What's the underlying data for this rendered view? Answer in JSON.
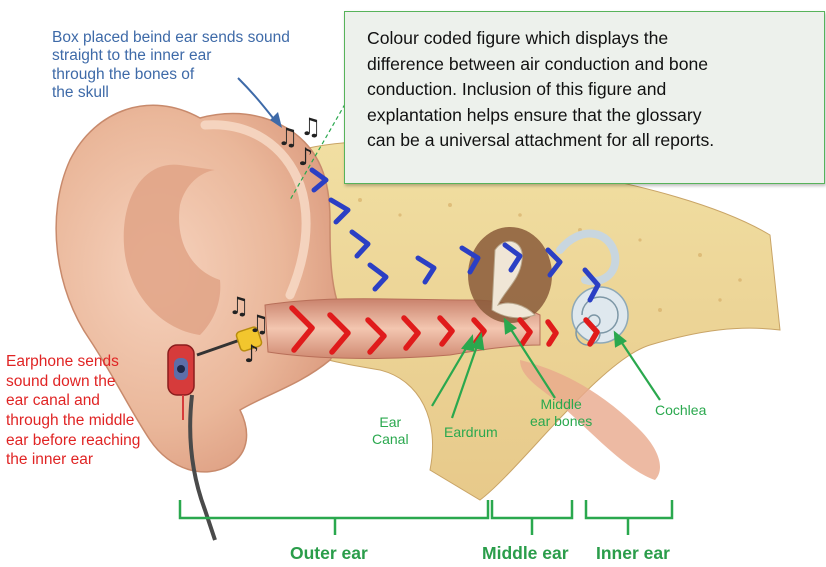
{
  "callout": {
    "lines": [
      "Colour coded figure which displays the",
      "difference between air conduction and bone",
      "conduction. Inclusion of this figure and",
      "explantation helps ensure that the glossary",
      "can be a universal attachment for all reports."
    ]
  },
  "bone_note": {
    "lines": [
      "Box placed beind ear sends sound",
      "straight to the inner ear",
      "through the bones of",
      "the skull"
    ]
  },
  "earphone_note": {
    "lines": [
      "Earphone sends",
      "sound down the",
      "ear canal and",
      "through the middle",
      "ear before reaching",
      "the inner ear"
    ]
  },
  "labels": {
    "ear_canal": [
      "Ear",
      "Canal"
    ],
    "eardrum": "Eardrum",
    "middle_ear_bones": [
      "Middle",
      "ear bones"
    ],
    "cochlea": "Cochlea"
  },
  "regions": {
    "outer": "Outer ear",
    "middle": "Middle ear",
    "inner": "Inner ear"
  },
  "colors": {
    "bone_conduction": "#2b3fc4",
    "air_conduction": "#e01b1b",
    "label_green": "#2aa84e",
    "note_blue": "#3e6aa8",
    "note_red": "#e02424",
    "callout_border": "#57b35a"
  }
}
